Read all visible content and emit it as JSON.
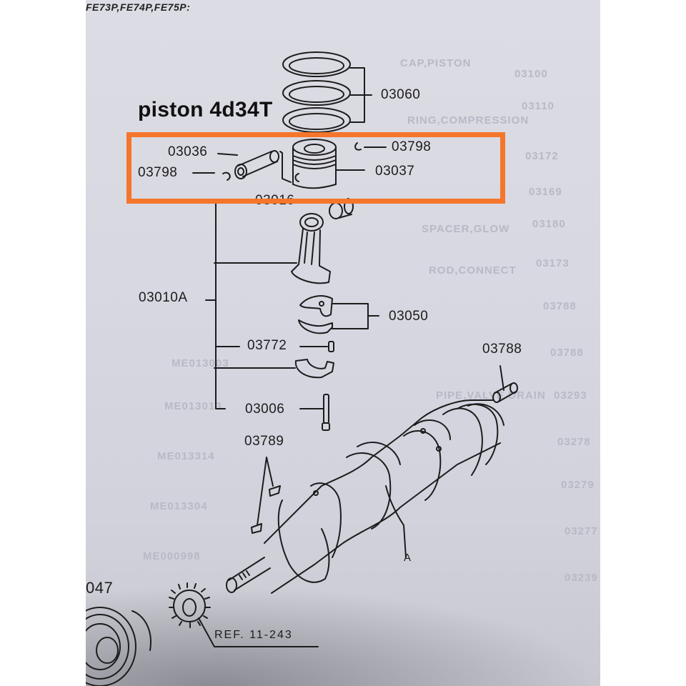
{
  "page": {
    "header": "FE73P,FE74P,FE75P:",
    "caption": "piston 4d34T",
    "highlight_color": "#f5752a",
    "ref_label": "REF. 11-243",
    "edge_label": "047"
  },
  "highlight_box": {
    "part_numbers": [
      "03036",
      "03798",
      "03798",
      "03037"
    ]
  },
  "parts": [
    {
      "id": "03060",
      "description": "piston ring set"
    },
    {
      "id": "03036",
      "description": "piston pin"
    },
    {
      "id": "03798",
      "description": "snap ring (left)"
    },
    {
      "id": "03798",
      "description": "snap ring (right)"
    },
    {
      "id": "03037",
      "description": "piston"
    },
    {
      "id": "03016",
      "description": "bushing (label partially hidden)"
    },
    {
      "id": "03010A",
      "description": "connecting rod assembly"
    },
    {
      "id": "03050",
      "description": "connecting rod bearing"
    },
    {
      "id": "03772",
      "description": "pin"
    },
    {
      "id": "03006",
      "description": "bolt"
    },
    {
      "id": "03788",
      "description": "pin"
    },
    {
      "id": "03789",
      "description": "key"
    },
    {
      "id": "A",
      "description": "crankshaft callout"
    }
  ],
  "labels": {
    "l03060": "03060",
    "l03036": "03036",
    "l03798a": "03798",
    "l03798b": "03798",
    "l03037": "03037",
    "l03016": "03016",
    "l03010a": "03010A",
    "l03050": "03050",
    "l03772": "03772",
    "l03006": "03006",
    "l03788": "03788",
    "l03789": "03789",
    "lA": "A"
  }
}
